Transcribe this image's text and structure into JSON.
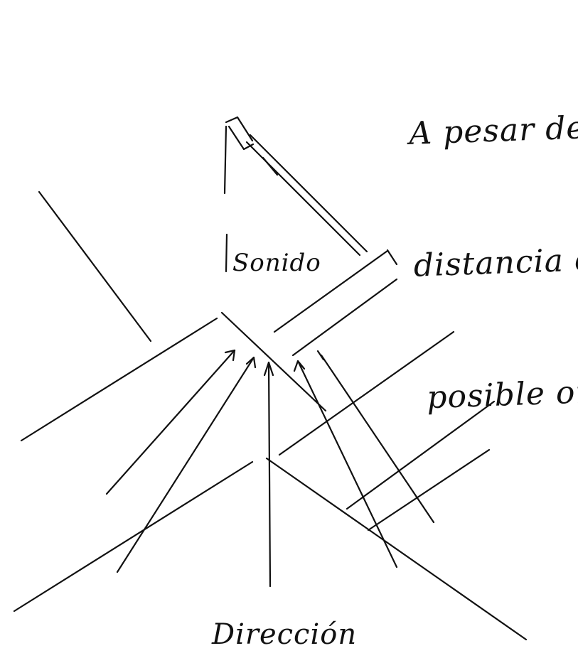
{
  "note": {
    "line1": "A pesar de la",
    "line2": "distancia es",
    "line3": "posible oír."
  },
  "labels": {
    "sound": "Sonido",
    "direction": "Dirección"
  },
  "ink_color": "#111111"
}
